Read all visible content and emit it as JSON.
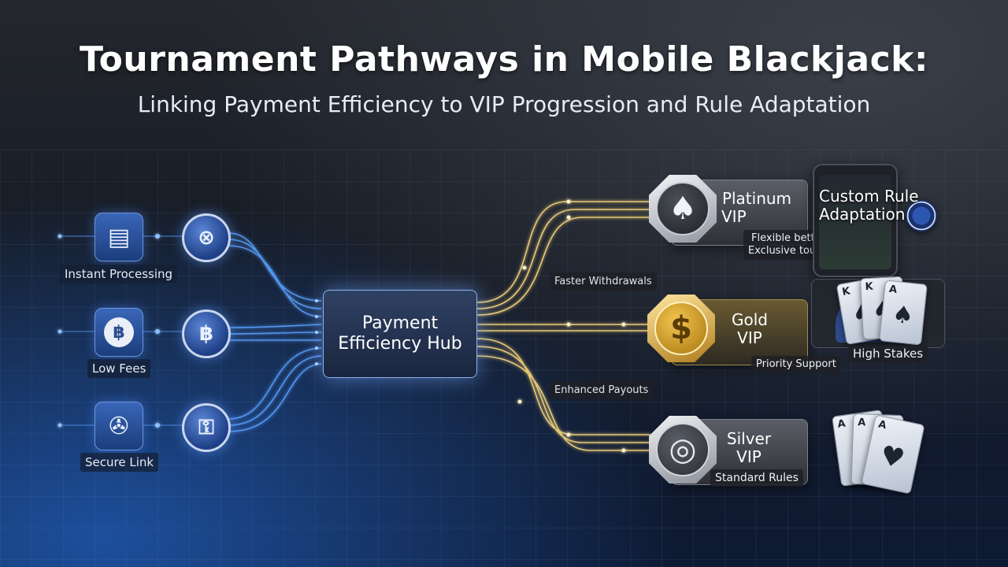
{
  "header": {
    "title": "Tournament Pathways in Mobile Blackjack:",
    "subtitle": "Linking Payment Efficiency to VIP Progression and Rule Adaptation"
  },
  "sources": [
    {
      "label": "Instant Processing",
      "icon": "credit-card-icon",
      "coin_glyph": "⊗"
    },
    {
      "label": "Low Fees",
      "icon": "bitcoin-icon",
      "coin_glyph": "฿"
    },
    {
      "label": "Secure Link",
      "icon": "secure-link-icon",
      "coin_glyph": "⚿"
    }
  ],
  "hub": {
    "label": "Payment Efficiency Hub"
  },
  "paths": {
    "upper": "Faster Withdrawals",
    "lower": "Enhanced Payouts"
  },
  "tiers": [
    {
      "name_line1": "Platinum",
      "name_line2": "VIP",
      "glyph": "♠",
      "perks": [
        "Flexible betting limits",
        "Exclusive tournaments"
      ]
    },
    {
      "name_line1": "Gold",
      "name_line2": "VIP",
      "glyph": "$",
      "perks": [
        "Priority Support"
      ]
    },
    {
      "name_line1": "Silver",
      "name_line2": "VIP",
      "glyph": "◎",
      "perks": [
        "Standard Rules"
      ]
    }
  ],
  "extras": {
    "custom_rule_line1": "Custom Rule",
    "custom_rule_line2": "Adaptation",
    "high_stakes": "High Stakes"
  },
  "cards": {
    "gold_set": [
      {
        "rank": "K",
        "suit": "♠"
      },
      {
        "rank": "K",
        "suit": "♠"
      },
      {
        "rank": "A",
        "suit": "♠"
      }
    ],
    "silver_set": [
      {
        "rank": "A",
        "suit": "♠"
      },
      {
        "rank": "A",
        "suit": "♠"
      },
      {
        "rank": "A",
        "suit": "♥"
      }
    ]
  },
  "colors": {
    "accent_blue": "#5aa0ff",
    "gold_line": "#f3d27a",
    "platinum": "#d9dde4",
    "gold": "#e2b43f",
    "silver": "#b9bec7"
  }
}
